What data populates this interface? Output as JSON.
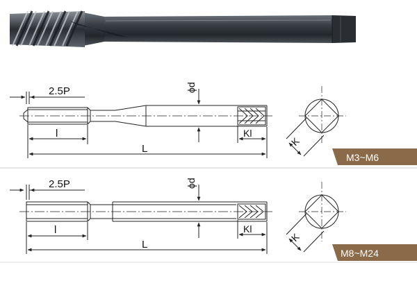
{
  "photo": {
    "label_ignored": ""
  },
  "drawings": [
    {
      "pitch_label": "2.5P",
      "diameter_label": "ϕd",
      "thread_length_label": "l",
      "total_length_label": "L",
      "square_length_label": "Kl",
      "square_size_label": "K",
      "range_label": "M3~M6"
    },
    {
      "pitch_label": "2.5P",
      "diameter_label": "ϕd",
      "thread_length_label": "l",
      "total_length_label": "L",
      "square_length_label": "Kl",
      "square_size_label": "K",
      "range_label": "M8~M24"
    }
  ],
  "colors": {
    "badge": "#8a6a48",
    "line": "#222222",
    "separator": "#cccccc",
    "tool_dark": "#2f3338",
    "tool_mid": "#5a6068"
  }
}
